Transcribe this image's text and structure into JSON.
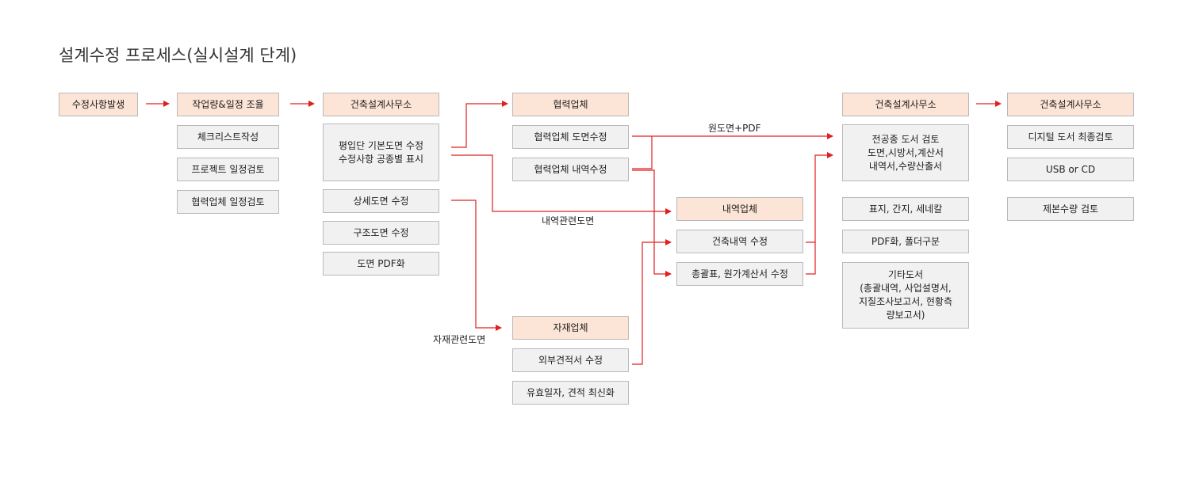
{
  "title": "설계수정 프로세스(실시설계 단계)",
  "colors": {
    "highlight": "#fce4d6",
    "box": "#f1f1f1",
    "border": "#b9b9b9",
    "arrow": "#e02020"
  },
  "nodes": {
    "n1": "수정사항발생",
    "n2": "작업량&일정 조율",
    "n2a": "체크리스트작성",
    "n2b": "프로젝트 일정검토",
    "n2c": "협력업체 일정검토",
    "n3": "건축설계사무소",
    "n3a": "평입단 기본도면 수정\n수정사항 공종별 표시",
    "n3b": "상세도면 수정",
    "n3c": "구조도면 수정",
    "n3d": "도면 PDF화",
    "n4": "협력업체",
    "n4a": "협력업체 도면수정",
    "n4b": "협력업체 내역수정",
    "n5": "자재업체",
    "n5a": "외부견적서 수정",
    "n5b": "유효일자, 견적 최신화",
    "n6": "내역업체",
    "n6a": "건축내역 수정",
    "n6b": "총괄표, 원가계산서 수정",
    "n7": "건축설계사무소",
    "n7a": "전공종 도서 검토\n도면,시방서,계산서\n내역서,수량산출서",
    "n7b": "표지, 간지, 세네칼",
    "n7c": "PDF화, 폴더구분",
    "n7d": "기타도서\n(총괄내역, 사업설명서,\n지질조사보고서, 현황측\n량보고서)",
    "n8": "건축설계사무소",
    "n8a": "디지털 도서 최종검토",
    "n8b": "USB or CD",
    "n8c": "제본수량 검토"
  },
  "edge_labels": {
    "original_pdf": "원도면+PDF",
    "estimate_drawings": "내역관련도면",
    "material_drawings": "자재관련도면"
  }
}
